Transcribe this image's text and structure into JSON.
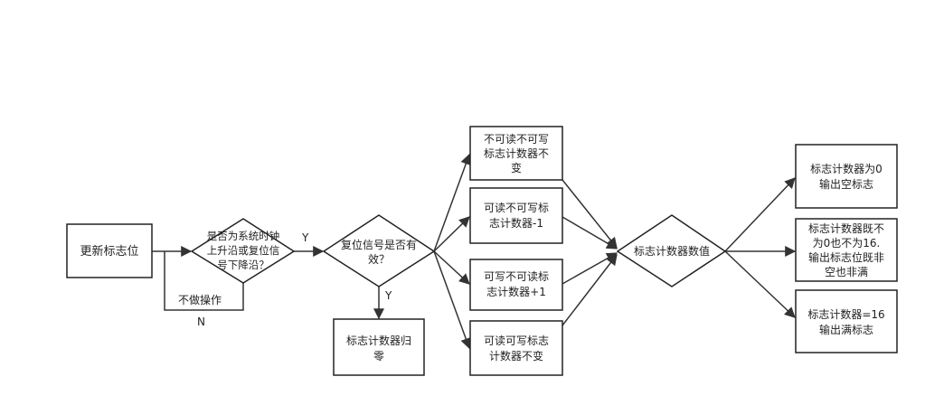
{
  "diagram": {
    "nodes": {
      "start": "更新标志位",
      "cond_clock": [
        "是否为系统时钟",
        "上升沿或复位信",
        "号下降沿？"
      ],
      "cond_reset": [
        "复位信号是否有",
        "效？"
      ],
      "reset_zero": [
        "标志计数器归",
        "零"
      ],
      "op_nrnw": [
        "不可读不可写",
        "标志计数器不",
        "变"
      ],
      "op_rnw": [
        "可读不可写标",
        "志计数器-1"
      ],
      "op_wnr": [
        "可写不可读标",
        "志计数器+1"
      ],
      "op_rw": [
        "可读可写标志",
        "计数器不变"
      ],
      "cond_value": "标志计数器数值",
      "out_empty": [
        "标志计数器为0",
        "输出空标志"
      ],
      "out_mid": [
        "标志计数器既不",
        "为0也不为16.",
        "输出标志位既非",
        "空也非满"
      ],
      "out_full": [
        "标志计数器=16",
        "输出满标志"
      ]
    },
    "edge_labels": {
      "no_op": "不做操作",
      "n": "N",
      "y_clock": "Y",
      "y_reset": "Y"
    }
  }
}
